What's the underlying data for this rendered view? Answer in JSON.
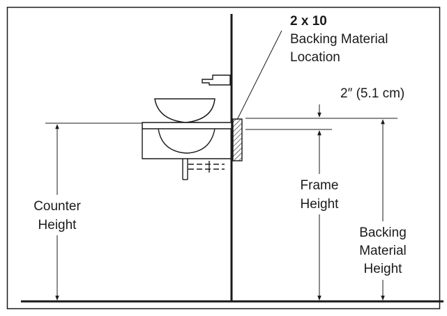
{
  "callout": {
    "title": "2 x 10",
    "line1": "Backing Material",
    "line2": "Location"
  },
  "offset": {
    "label": "2″ (5.1 cm)"
  },
  "frame_height": {
    "line1": "Frame",
    "line2": "Height"
  },
  "counter_height": {
    "line1": "Counter",
    "line2": "Height"
  },
  "backing_height": {
    "line1": "Backing",
    "line2": "Material",
    "line3": "Height"
  }
}
